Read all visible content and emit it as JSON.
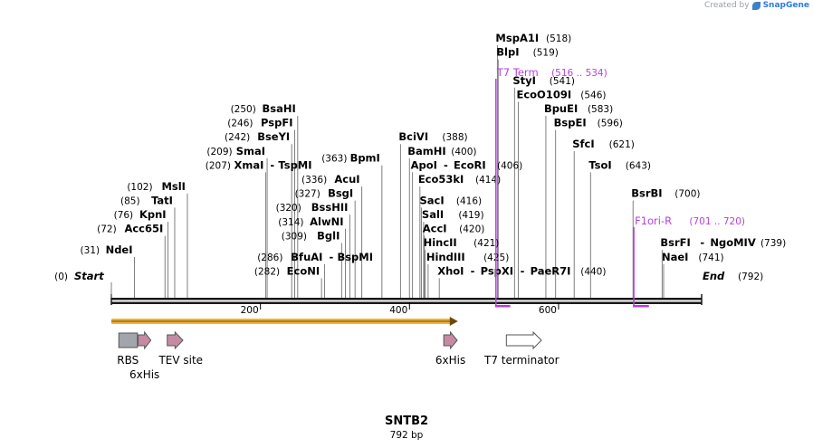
{
  "app": {
    "watermark_prefix": "Created by",
    "watermark_brand": "SnapGene",
    "watermark_icon": "snapgene-leaf-icon"
  },
  "map": {
    "title": "SNTB2",
    "subtitle": "792 bp",
    "length": 792,
    "start_label": "Start",
    "start_pos": "(0)",
    "end_label": "End",
    "end_pos": "(792)",
    "ticks": [
      {
        "value": 200,
        "label": "200"
      },
      {
        "value": 400,
        "label": "400"
      },
      {
        "value": 600,
        "label": "600"
      }
    ],
    "sites": [
      {
        "name": "MspA1I",
        "pos": "(518)",
        "bp": 518,
        "row": 0,
        "side": "right"
      },
      {
        "name": "BlpI",
        "pos": "(519)",
        "bp": 519,
        "row": 1,
        "side": "right"
      },
      {
        "name": "StyI",
        "pos": "(541)",
        "bp": 541,
        "row": 3,
        "side": "right"
      },
      {
        "name": "EcoO109I",
        "pos": "(546)",
        "bp": 546,
        "row": 4,
        "side": "right"
      },
      {
        "name": "BpuEI",
        "pos": "(583)",
        "bp": 583,
        "row": 5,
        "side": "right"
      },
      {
        "name": "BspEI",
        "pos": "(596)",
        "bp": 596,
        "row": 6,
        "side": "right"
      },
      {
        "name": "BsaHI",
        "pos": "(250)",
        "bp": 250,
        "row": 5,
        "side": "left"
      },
      {
        "name": "PspFI",
        "pos": "(246)",
        "bp": 246,
        "row": 6,
        "side": "left"
      },
      {
        "name": "BseYI",
        "pos": "(242)",
        "bp": 242,
        "row": 7,
        "side": "left"
      },
      {
        "name": "BciVI",
        "pos": "(388)",
        "bp": 388,
        "row": 7,
        "side": "right"
      },
      {
        "name": "SfcI",
        "pos": "(621)",
        "bp": 621,
        "row": 7.5,
        "side": "right"
      },
      {
        "name": "SmaI",
        "pos": "(209)",
        "bp": 209,
        "row": 8,
        "side": "left"
      },
      {
        "name": "BamHI",
        "pos": "(400)",
        "bp": 400,
        "row": 8,
        "side": "right"
      },
      {
        "name": "XmaI",
        "pos": "(207)",
        "bp": 207,
        "row": 9,
        "side": "left",
        "extra": "TspMI"
      },
      {
        "name": "BpmI",
        "pos": "(363)",
        "bp": 363,
        "row": 8.5,
        "side": "left"
      },
      {
        "name": "ApoI",
        "pos": "",
        "bp": 404,
        "row": 9,
        "side": "right",
        "extra": "EcoRI",
        "extra_pos": "(406)"
      },
      {
        "name": "TsoI",
        "pos": "(643)",
        "bp": 643,
        "row": 9,
        "side": "right"
      },
      {
        "name": "AcuI",
        "pos": "(336)",
        "bp": 336,
        "row": 10,
        "side": "left"
      },
      {
        "name": "Eco53kI",
        "pos": "(414)",
        "bp": 414,
        "row": 10,
        "side": "right"
      },
      {
        "name": "MslI",
        "pos": "(102)",
        "bp": 102,
        "row": 10.5,
        "side": "left"
      },
      {
        "name": "BsgI",
        "pos": "(327)",
        "bp": 327,
        "row": 11,
        "side": "left"
      },
      {
        "name": "BsrBI",
        "pos": "(700)",
        "bp": 700,
        "row": 11,
        "side": "right"
      },
      {
        "name": "TatI",
        "pos": "(85)",
        "bp": 85,
        "row": 11.5,
        "side": "left"
      },
      {
        "name": "SacI",
        "pos": "(416)",
        "bp": 416,
        "row": 11.5,
        "side": "right"
      },
      {
        "name": "BssHII",
        "pos": "(320)",
        "bp": 320,
        "row": 12,
        "side": "left"
      },
      {
        "name": "KpnI",
        "pos": "(76)",
        "bp": 76,
        "row": 12.5,
        "side": "left"
      },
      {
        "name": "SalI",
        "pos": "(419)",
        "bp": 419,
        "row": 12.5,
        "side": "right"
      },
      {
        "name": "AlwNI",
        "pos": "(314)",
        "bp": 314,
        "row": 13,
        "side": "left"
      },
      {
        "name": "Acc65I",
        "pos": "(72)",
        "bp": 72,
        "row": 13.5,
        "side": "left"
      },
      {
        "name": "AccI",
        "pos": "(420)",
        "bp": 420,
        "row": 13.5,
        "side": "right"
      },
      {
        "name": "BglI",
        "pos": "(309)",
        "bp": 309,
        "row": 14,
        "side": "left"
      },
      {
        "name": "HincII",
        "pos": "(421)",
        "bp": 421,
        "row": 14.5,
        "side": "right"
      },
      {
        "name": "BsrFI",
        "pos": "",
        "bp": 739,
        "row": 14.5,
        "side": "right",
        "extra": "NgoMIV",
        "extra_pos": "(739)"
      },
      {
        "name": "NdeI",
        "pos": "(31)",
        "bp": 31,
        "row": 15,
        "side": "left"
      },
      {
        "name": "NaeI",
        "pos": "(741)",
        "bp": 741,
        "row": 15.5,
        "side": "right"
      },
      {
        "name": "BfuAI",
        "pos": "(286)",
        "bp": 286,
        "row": 15.5,
        "side": "left",
        "extra": "BspMI"
      },
      {
        "name": "HindIII",
        "pos": "(425)",
        "bp": 425,
        "row": 15.5,
        "side": "right"
      },
      {
        "name": "EcoNI",
        "pos": "(282)",
        "bp": 282,
        "row": 16.5,
        "side": "left"
      },
      {
        "name": "XhoI",
        "pos": "",
        "bp": 440,
        "row": 16.5,
        "side": "right",
        "extra": "PspXI",
        "extra2": "PaeR7I",
        "extra_pos": "(440)"
      }
    ],
    "primers": [
      {
        "name": "T7 Term",
        "range": "(516 .. 534)",
        "start": 516,
        "end": 534
      },
      {
        "name": "F1ori-R",
        "range": "(701 .. 720)",
        "start": 701,
        "end": 720
      }
    ],
    "features": [
      {
        "name": "RBS",
        "type": "box",
        "start": 10,
        "end": 35,
        "color": "#a3a5ad",
        "row": 0
      },
      {
        "name": "6xHis",
        "type": "arrow",
        "start": 36,
        "end": 53,
        "color": "#c68ba2",
        "row": 0,
        "label_row": 1
      },
      {
        "name": "TEV site",
        "type": "arrow",
        "start": 75,
        "end": 96,
        "color": "#c68ba2",
        "row": 0,
        "label_row": 0
      },
      {
        "name": "6xHis",
        "type": "arrow",
        "start": 446,
        "end": 464,
        "color": "#c68ba2",
        "row": 0,
        "label_row": 0
      },
      {
        "name": "T7 terminator",
        "type": "arrow",
        "start": 530,
        "end": 577,
        "color": "#ffffff",
        "row": 0,
        "label_row": 0
      }
    ],
    "orf": {
      "start": 0,
      "end": 465,
      "color": "#f0b23a"
    },
    "colors": {
      "backbone": "#1a1a1a",
      "primer": "#b93ee0",
      "orf": "#f0b23a",
      "site_line": "#7f7f7f"
    }
  }
}
